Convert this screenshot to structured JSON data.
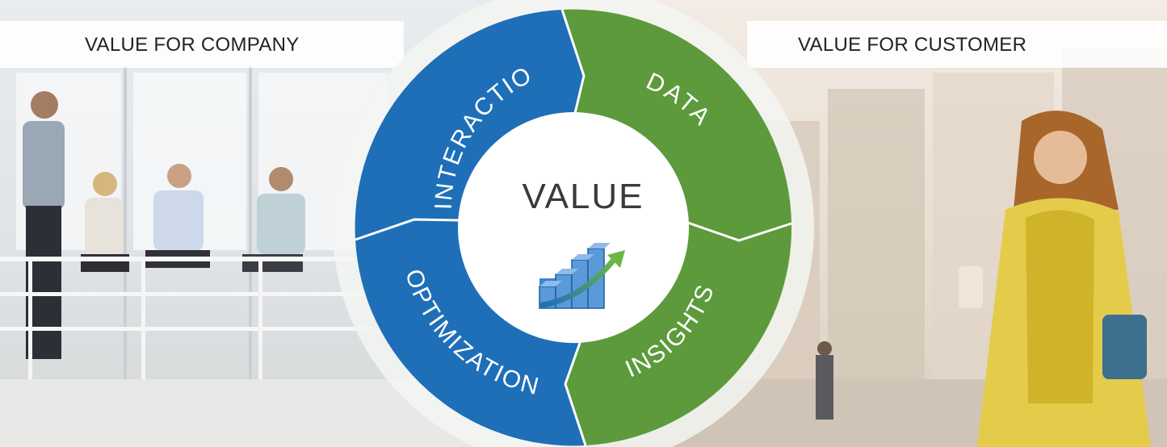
{
  "headers": {
    "left": "VALUE FOR COMPANY",
    "right": "VALUE FOR CUSTOMER"
  },
  "wheel": {
    "center_label": "VALUE",
    "segments": [
      {
        "label": "INTERACTION",
        "color": "#1e6fb8"
      },
      {
        "label": "DATA",
        "color": "#5c9a3c"
      },
      {
        "label": "INSIGHTS",
        "color": "#5c9a3c"
      },
      {
        "label": "OPTIMIZATION",
        "color": "#1e6fb8"
      }
    ],
    "center_icon": "rising-bar-chart-icon"
  },
  "colors": {
    "blue": "#1e6fb8",
    "green": "#5c9a3c",
    "white": "#ffffff"
  }
}
